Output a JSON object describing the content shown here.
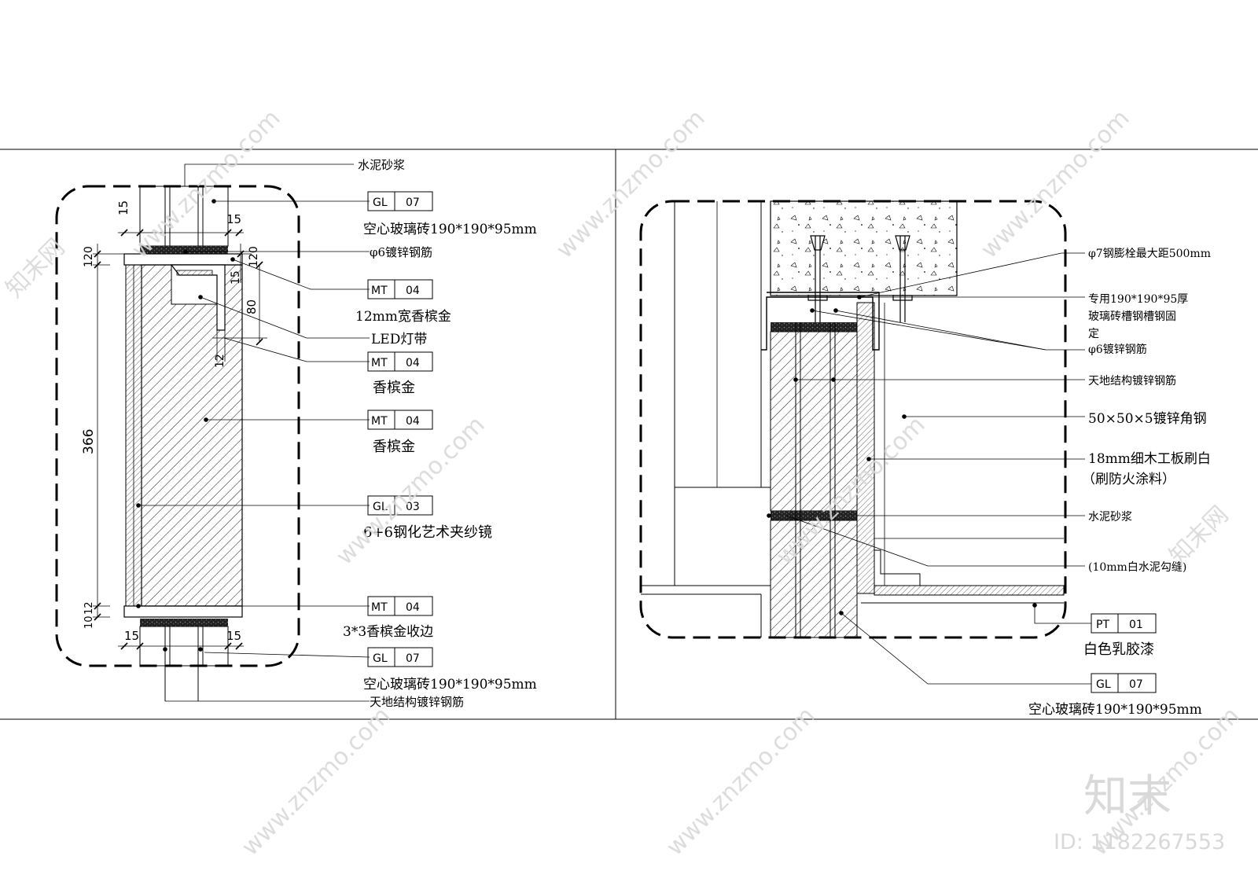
{
  "left_detail": {
    "labels": {
      "cement_top": "水泥砂浆",
      "glass_brick_top": "空心玻璃砖190*190*95mm",
      "rebar_top": "φ6镀锌钢筋",
      "betel_12": "12mm宽香槟金",
      "led": "LED灯带",
      "betel_a": "香槟金",
      "betel_b": "香槟金",
      "mirror": "6+6钢化艺术夹纱镜",
      "betel_edge": "3*3香槟金收边",
      "glass_brick_bottom": "空心玻璃砖190*190*95mm",
      "rebar_bottom": "天地结构镀锌钢筋"
    },
    "tags": [
      {
        "code": "GL",
        "num": "07"
      },
      {
        "code": "MT",
        "num": "04"
      },
      {
        "code": "MT",
        "num": "04"
      },
      {
        "code": "MT",
        "num": "04"
      },
      {
        "code": "GL",
        "num": "03"
      },
      {
        "code": "MT",
        "num": "04"
      },
      {
        "code": "GL",
        "num": "07"
      }
    ],
    "dims": {
      "d15_tl": "15",
      "d15_tr": "15",
      "d120_l": "120",
      "d120_r": "120",
      "d15_mid": "15",
      "d80": "80",
      "d12_top": "12",
      "d366": "366",
      "d12_bot": "12",
      "d10": "10",
      "d15_bl": "15",
      "d15_br": "15"
    }
  },
  "right_detail": {
    "labels": {
      "bolt": "φ7钢膨栓最大距500mm",
      "channel_1": "专用190*190*95厚",
      "channel_2": "玻璃砖槽钢槽钢固",
      "channel_3": "定",
      "rebar": "φ6镀锌钢筋",
      "structural_rebar": "天地结构镀锌钢筋",
      "angle_steel": "50×50×5镀锌角钢",
      "plywood_1": "18mm细木工板刷白",
      "plywood_2": "（刷防火涂料）",
      "cement": "水泥砂浆",
      "joint": "(10mm白水泥勾缝)",
      "paint": "白色乳胶漆",
      "glass_brick": "空心玻璃砖190*190*95mm"
    },
    "tags": [
      {
        "code": "PT",
        "num": "01"
      },
      {
        "code": "GL",
        "num": "07"
      }
    ]
  },
  "watermark": {
    "site": "www.znzmo.com",
    "brand": "知末网",
    "logo": "知末",
    "id": "ID: 1182267553"
  },
  "colors": {
    "line": "#000000",
    "watermark": "#d9d9d9",
    "background": "#ffffff"
  }
}
